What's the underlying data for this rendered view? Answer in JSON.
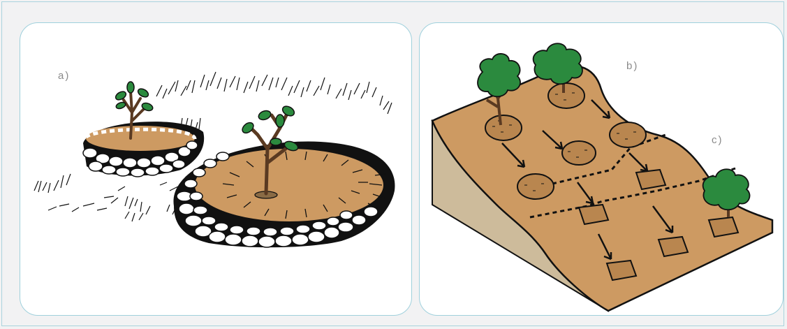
{
  "labels": {
    "a": "a)",
    "b": "b)",
    "c": "c)"
  },
  "colors": {
    "soil": "#cd9a62",
    "slope_side": "#cdbb9b",
    "stone_black": "#111111",
    "foliage": "#2b8a3e",
    "foliage_dark": "#1e6a2c",
    "trunk": "#5a3a22",
    "panel_border": "#9fd0dc",
    "frame_border": "#a9d3dd",
    "background": "#f2f2f3"
  }
}
